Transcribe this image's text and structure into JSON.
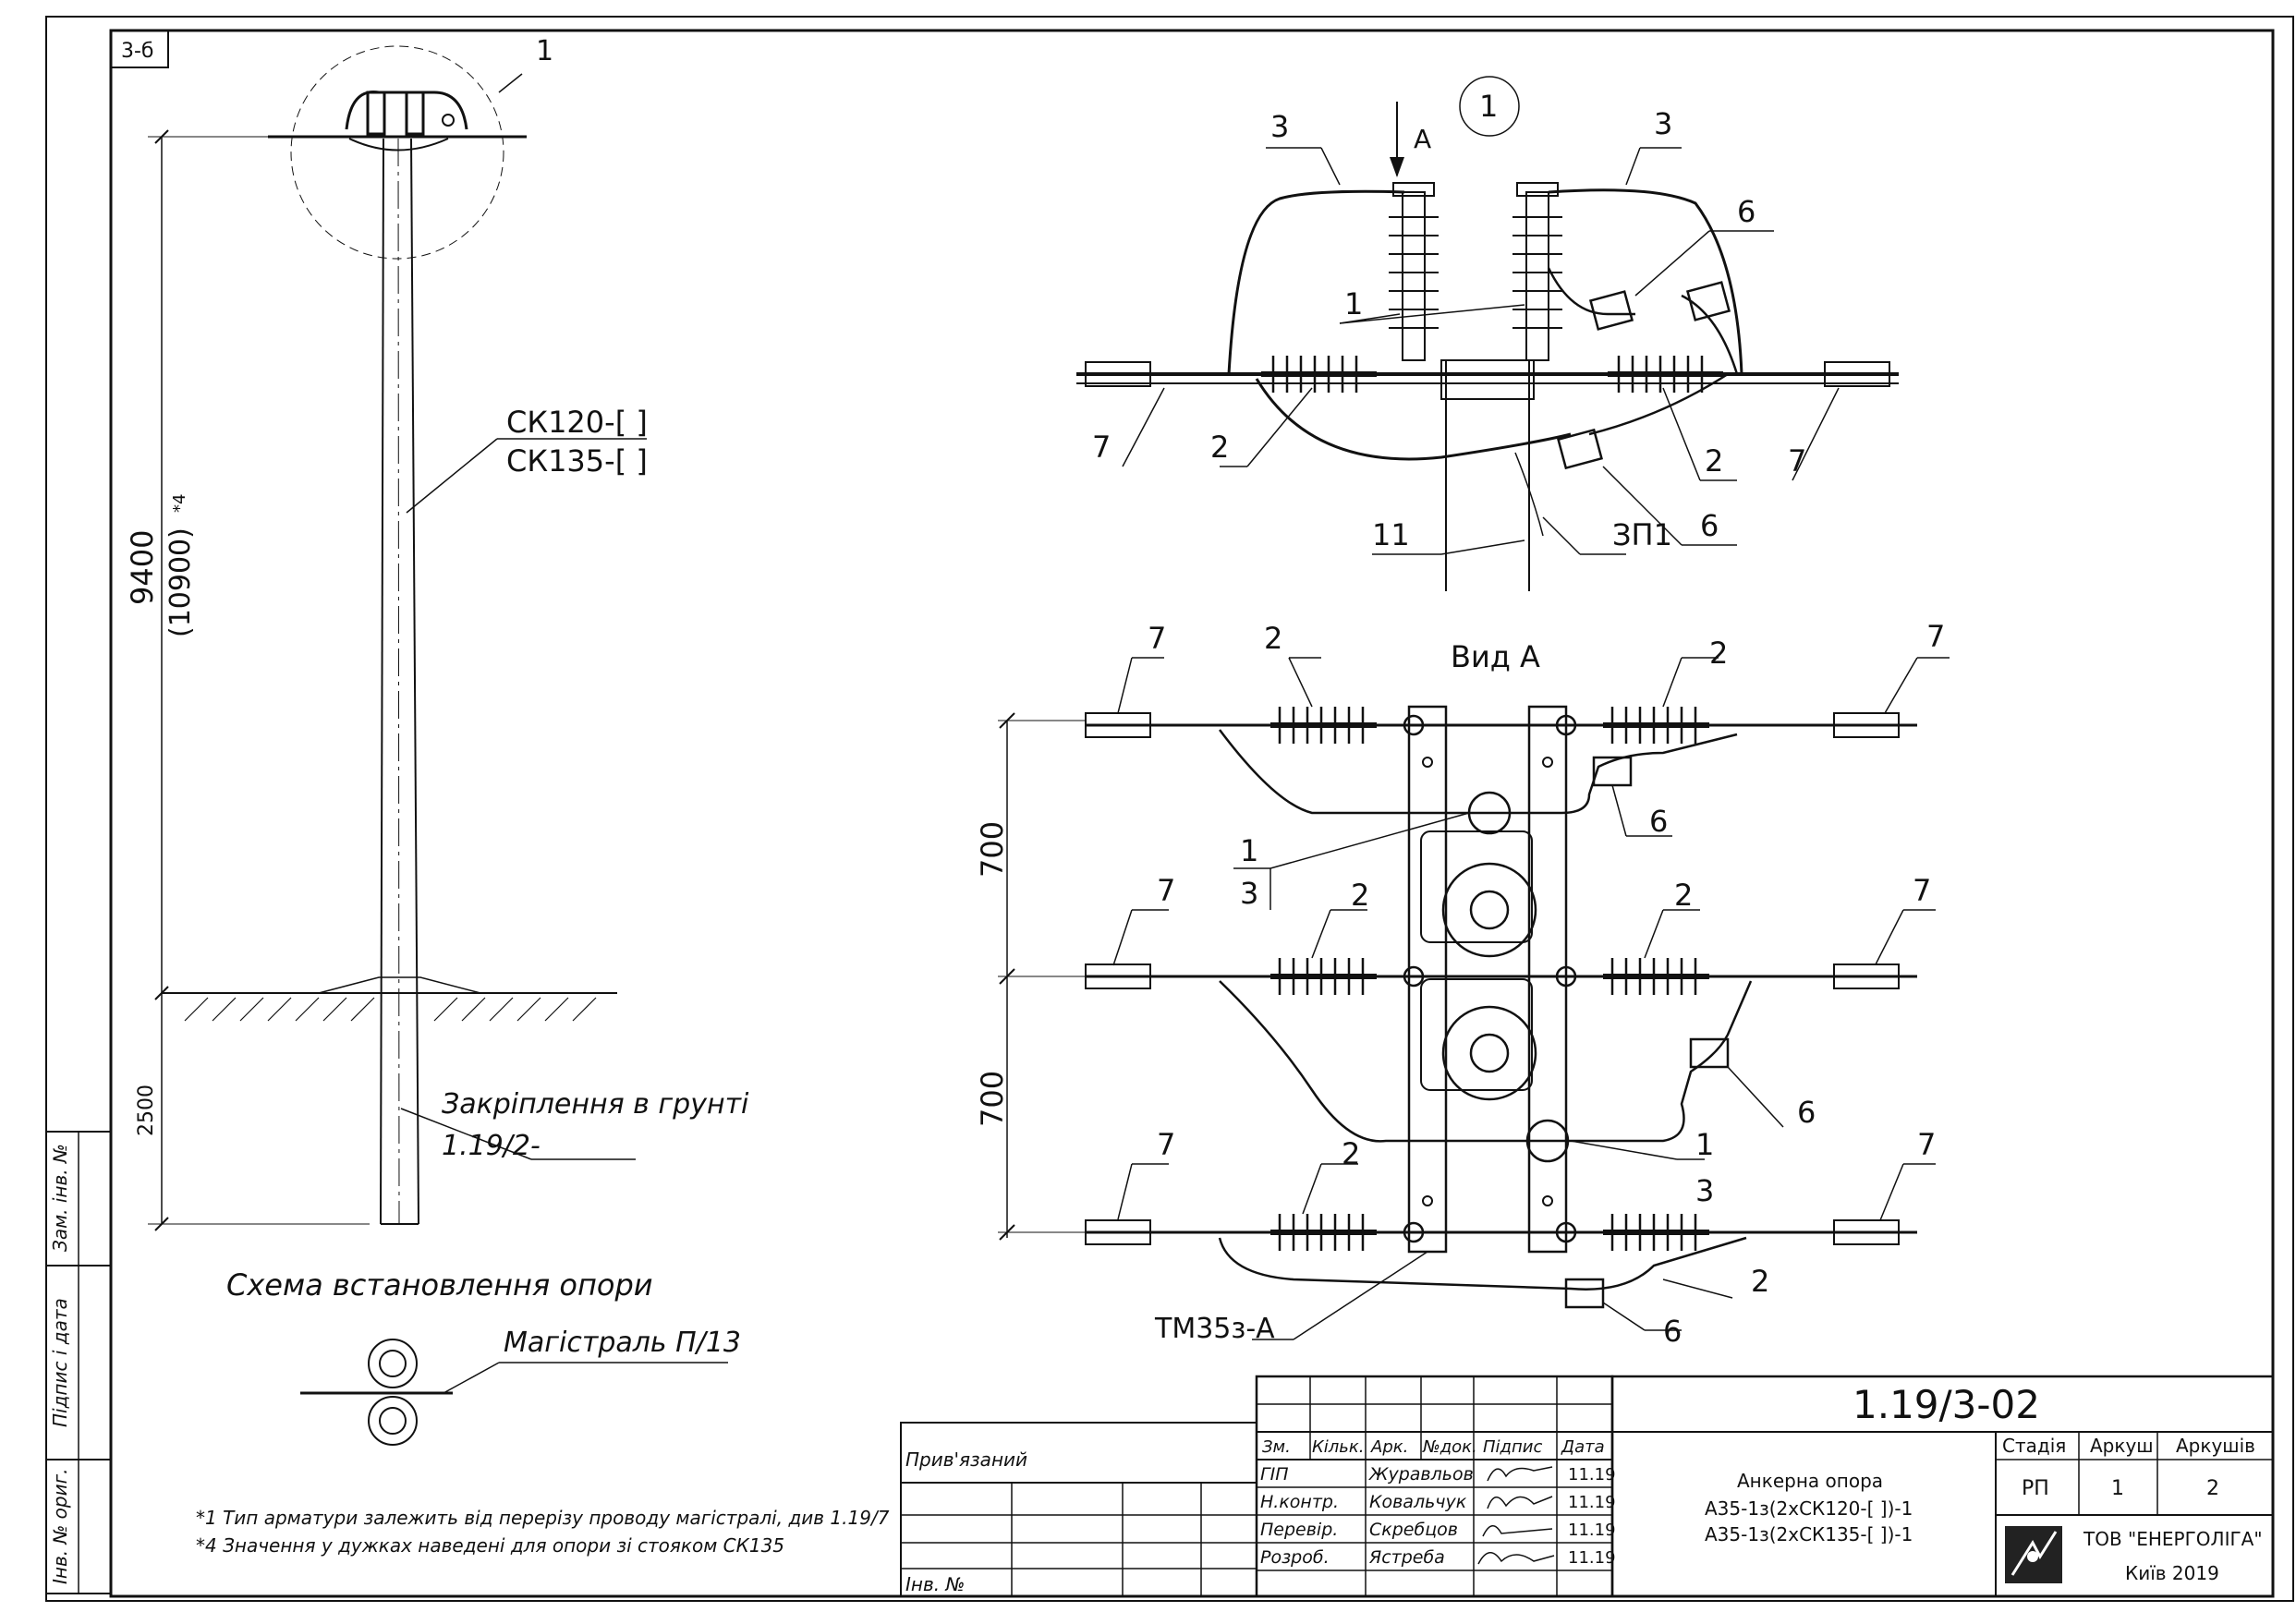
{
  "sheet_code": "3-б",
  "callout_label": "1",
  "pole": {
    "callout_number": "1",
    "stand_label_1": "СК120-[  ]",
    "stand_label_2": "СК135-[  ]",
    "height_dim": "9400",
    "height_dim_alt": "(10900)",
    "height_dim_note": "*4",
    "ground_dim": "2500",
    "foundation_label": "Закріплення в грунті",
    "foundation_ref": "1.19/2-"
  },
  "scheme": {
    "title": "Схема встановлення опори",
    "main_line_label": "Магістраль П/13"
  },
  "notes": [
    "*1 Тип арматури залежить від перерізу проводу магістралі, див 1.19/7",
    "*4 Значення у дужках наведені для опори зі стояком СК135"
  ],
  "detail": {
    "view_arrow_label": "A",
    "labels_top": [
      "3",
      "3",
      "6",
      "1",
      "7",
      "2",
      "2",
      "7",
      "6",
      "11",
      "ЗП1"
    ]
  },
  "view_a": {
    "title": "Вид А",
    "dim_1": "700",
    "dim_2": "700",
    "bracket_label": "ТМ35з-А",
    "labels": [
      "7",
      "2",
      "2",
      "7",
      "6",
      "1",
      "3",
      "7",
      "2",
      "2",
      "7",
      "6",
      "1",
      "3",
      "7",
      "2",
      "7",
      "2",
      "6"
    ]
  },
  "title_block": {
    "attached_label": "Прив'язаний",
    "inv_no_label": "Інв. №",
    "doc_code": "1.19/3-02",
    "columns": [
      "Зм.",
      "Кільк.",
      "Арк.",
      "№док.",
      "Підпис",
      "Дата"
    ],
    "rows": [
      {
        "role": "ГІП",
        "name": "Журавльов",
        "date": "11.19"
      },
      {
        "role": "Н.контр.",
        "name": "Ковальчук",
        "date": "11.19"
      },
      {
        "role": "Перевір.",
        "name": "Скребцов",
        "date": "11.19"
      },
      {
        "role": "Розроб.",
        "name": "Ястреба",
        "date": "11.19"
      }
    ],
    "description_1": "Анкерна опора",
    "description_2": "А35-1з(2хСК120-[  ])-1",
    "description_3": "А35-1з(2хСК135-[  ])-1",
    "stage_label": "Стадія",
    "sheet_label": "Аркуш",
    "sheets_label": "Аркушів",
    "stage_value": "РП",
    "sheet_value": "1",
    "sheets_value": "2",
    "company": "ТОВ \"ЕНЕРГОЛІГА\"",
    "city_year": "Київ 2019"
  },
  "side_stamps": [
    "Зам. інв. №",
    "Підпис і дата",
    "Інв. № ориг."
  ]
}
